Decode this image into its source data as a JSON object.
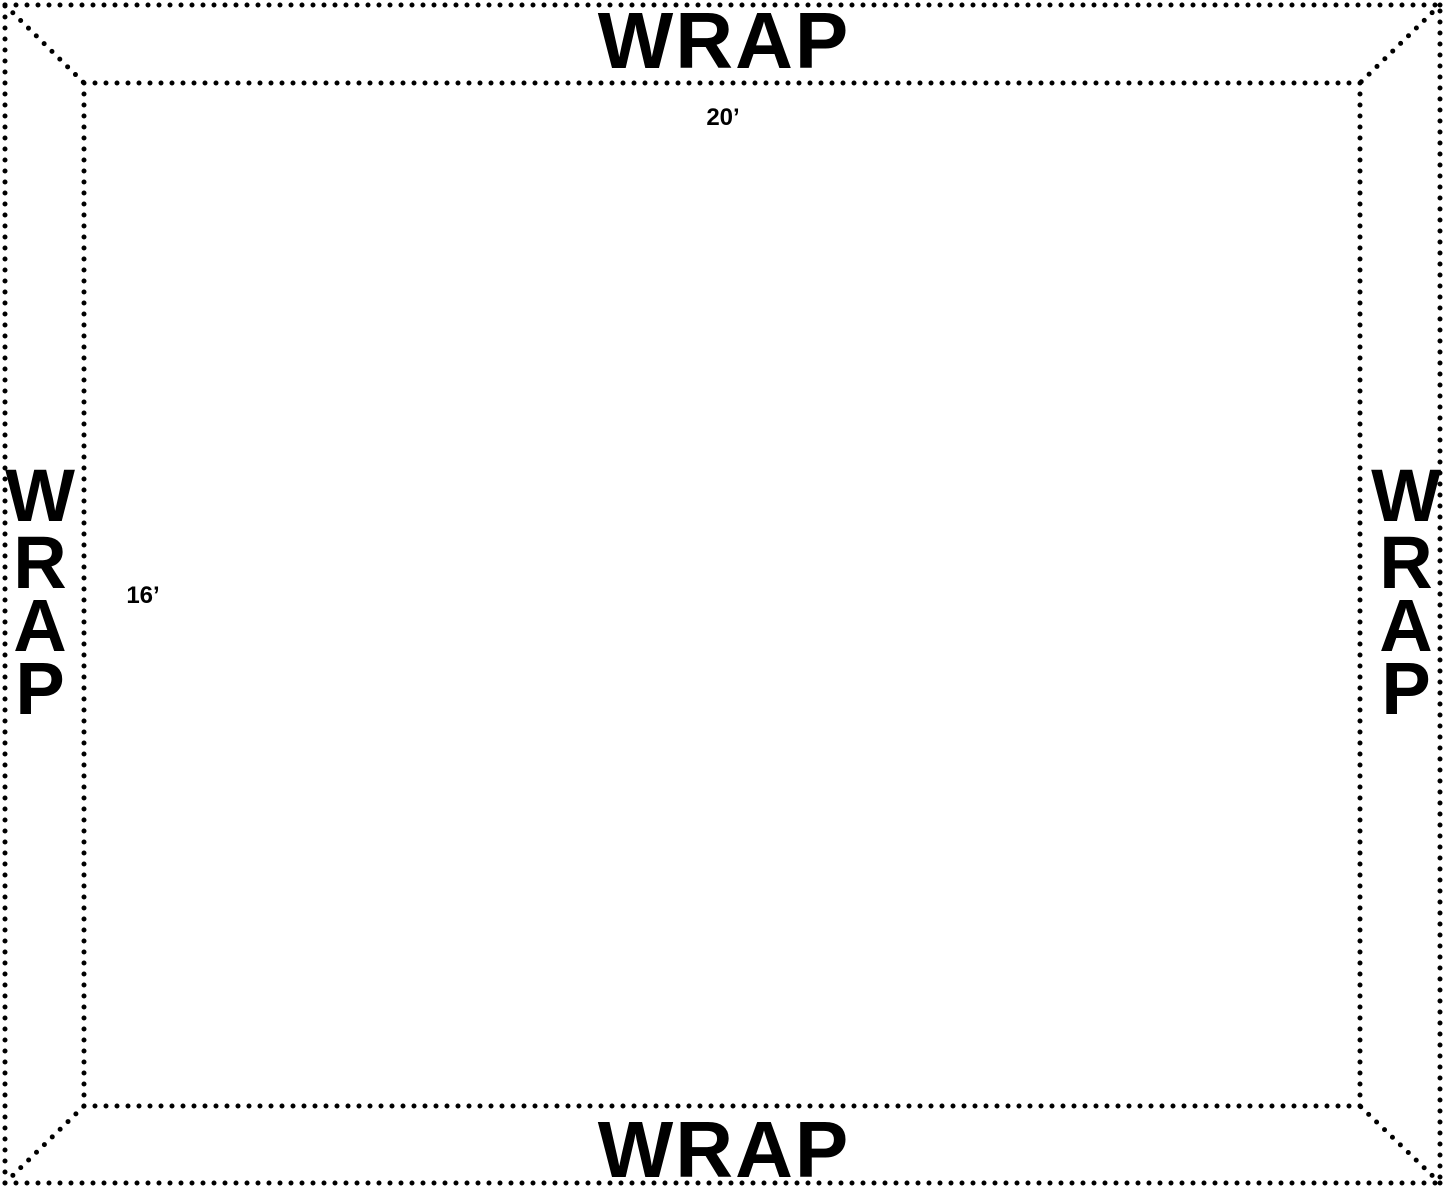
{
  "colors": {
    "line": "#000000",
    "text": "#000000",
    "background": "#ffffff"
  },
  "labels": {
    "top_wrap": "WRAP",
    "bottom_wrap": "WRAP",
    "left_wrap": [
      "W",
      "R",
      "A",
      "P"
    ],
    "right_wrap": [
      "W",
      "R",
      "A",
      "P"
    ],
    "width_dimension": "20’",
    "height_dimension": "16’"
  }
}
